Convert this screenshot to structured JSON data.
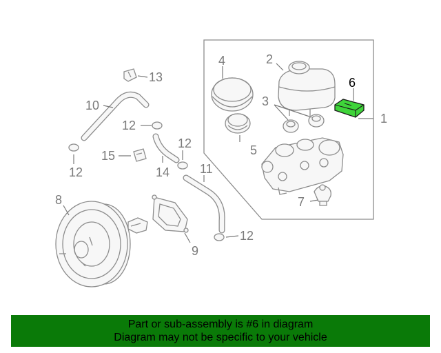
{
  "callouts": {
    "c1": "1",
    "c2": "2",
    "c3": "3",
    "c4": "4",
    "c5": "5",
    "c6": "6",
    "c7": "7",
    "c8": "8",
    "c9": "9",
    "c10": "10",
    "c11": "11",
    "c12a": "12",
    "c12b": "12",
    "c12c": "12",
    "c12d": "12",
    "c13": "13",
    "c14": "14",
    "c15": "15"
  },
  "highlight_part": "6",
  "colors": {
    "highlight_fill": "#3fd43a",
    "banner_bg": "#0a7a08",
    "line_gray": "#8c8c8c"
  },
  "banner": {
    "line1": "Part or sub-assembly is #6 in diagram",
    "line2": "Diagram may not be specific to your vehicle"
  }
}
